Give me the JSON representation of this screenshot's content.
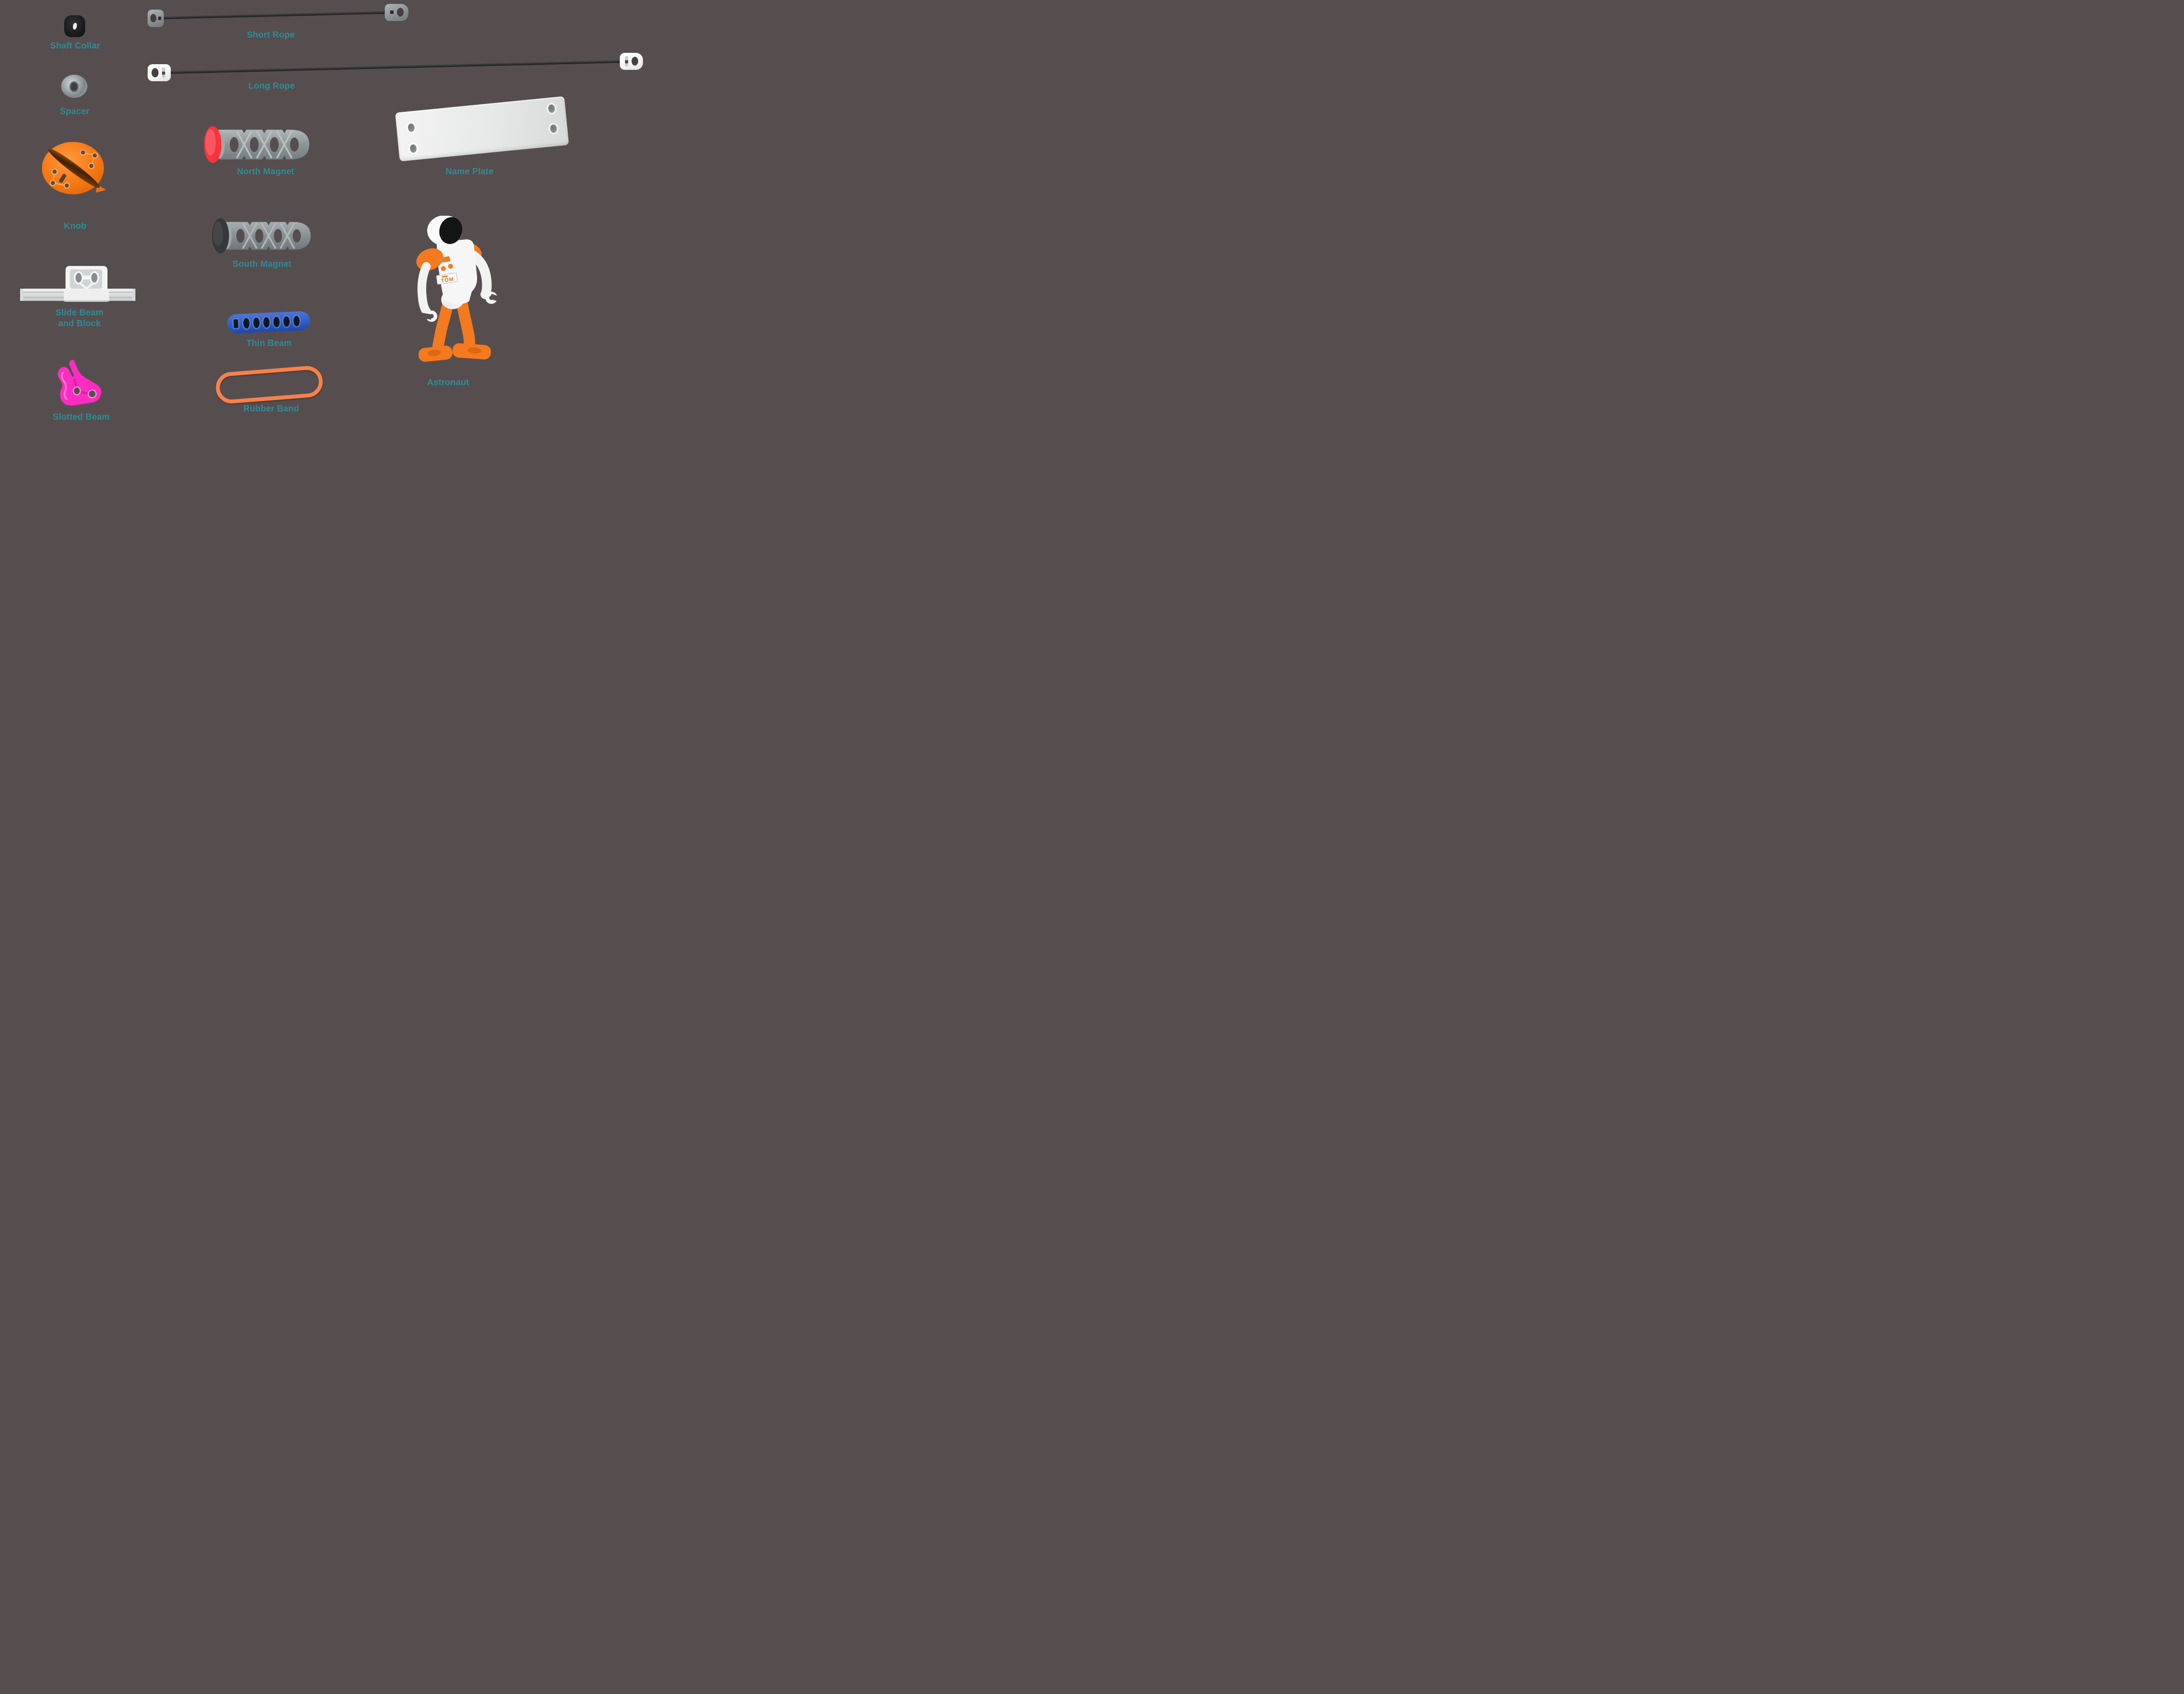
{
  "background_color": "#564E4E",
  "label_color": "#2B8C99",
  "parts": [
    {
      "id": "shaft-collar",
      "label": "Shaft Collar",
      "color": "#1C1C1E"
    },
    {
      "id": "short-rope",
      "label": "Short Rope",
      "rope_color": "#2A2A2C",
      "connector_color": "#8B9194"
    },
    {
      "id": "spacer",
      "label": "Spacer",
      "color": "#9AA2A4"
    },
    {
      "id": "long-rope",
      "label": "Long Rope",
      "rope_color": "#2A2A2C",
      "connector_color": "#F3F3F3"
    },
    {
      "id": "knob",
      "label": "Knob",
      "color": "#F8791F"
    },
    {
      "id": "north-magnet",
      "label": "North Magnet",
      "beam_color": "#8D9598",
      "cap_color": "#F8333C"
    },
    {
      "id": "name-plate",
      "label": "Name Plate",
      "color": "#E8E9E9"
    },
    {
      "id": "south-magnet",
      "label": "South Magnet",
      "beam_color": "#8D9598",
      "cap_color": "#36393B"
    },
    {
      "id": "slide-beam-and-block",
      "label_line1": "Slide Beam",
      "label_line2": "and Block",
      "color": "#EFF1F1"
    },
    {
      "id": "thin-beam",
      "label": "Thin Beam",
      "color": "#2E62C8"
    },
    {
      "id": "astronaut",
      "label": "Astronaut",
      "suit_color": "#F4791F",
      "chest_label": "TOM"
    },
    {
      "id": "slotted-beam",
      "label": "Slotted Beam",
      "color": "#FB2CC0"
    },
    {
      "id": "rubber-band",
      "label": "Rubber Band",
      "color": "#F8804A"
    }
  ]
}
